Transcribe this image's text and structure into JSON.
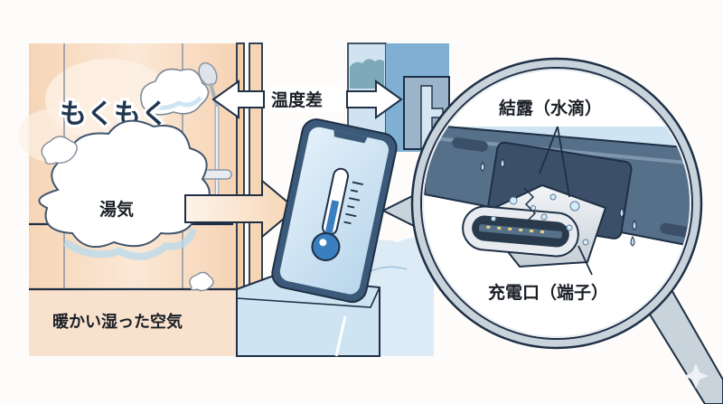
{
  "labels": {
    "steam_sound": "もくもく",
    "temperature_difference": "温度差",
    "steam": "湯気",
    "warm_humid_air": "暖かい湿った空気",
    "condensation": "結露（水滴）",
    "charging_port": "充電口（端子）"
  },
  "colors": {
    "bathroom_wall": "#f8dcc0",
    "bathroom_wall_light": "#fbe9d8",
    "cold_room_blue": "#7fb0d4",
    "phone_frame": "#3b5a7a",
    "phone_screen": "#cfe4f2",
    "thermometer_fill": "#3a7fc0",
    "outline": "#1f2f45",
    "magnifier_ring": "#c9d3dc",
    "phone_edge_metal": "#56708a",
    "water_drop": "#bfe0f4"
  },
  "icons": [
    "steam-cloud-icon",
    "shower-head-icon",
    "thermometer-icon",
    "smartphone-icon",
    "magnifying-glass-icon",
    "usb-c-port-icon",
    "water-drop-icon",
    "double-arrow-icon",
    "sparkle-icon"
  ]
}
